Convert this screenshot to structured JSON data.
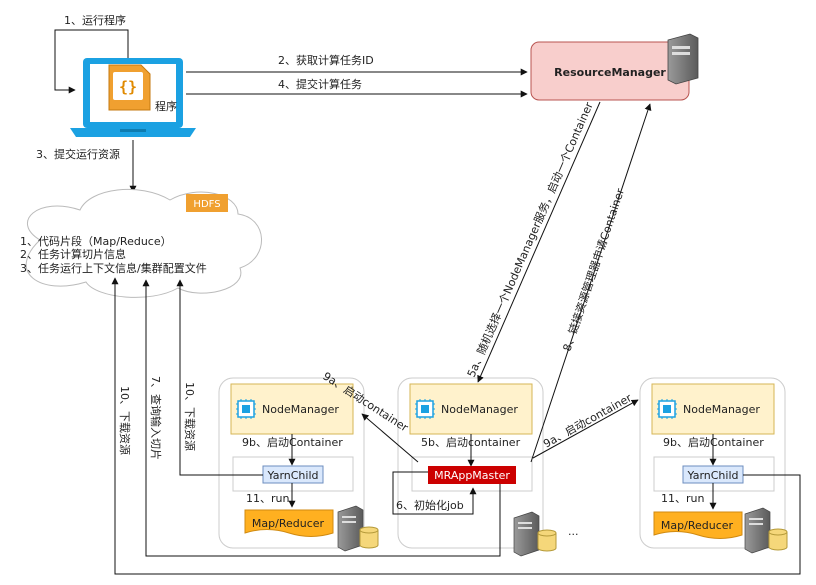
{
  "labels": {
    "step1": "1、运行程序",
    "step2": "2、获取计算任务ID",
    "step3": "3、提交运行资源",
    "step4": "4、提交计算任务",
    "step5a": "5a、随机选择一个NodeManager服务，启动一个Container",
    "step8": "8、链接资源管理器申请Container",
    "step9a_left": "9a、启动container",
    "step9a_right": "9a、启动container",
    "step5b": "5b、启动container",
    "step6": "6、初始化job",
    "step9b_left": "9b、启动Container",
    "step9b_right": "9b、启动Container",
    "step11_left": "11、run",
    "step11_right": "11、run",
    "step10_download_a": "10、下载资源",
    "step7": "7、查询输入切片",
    "step10_download_b": "10、下载资源",
    "ellipsis": "..."
  },
  "client": {
    "label": "程序",
    "icon_text": "{}"
  },
  "resource_manager": {
    "label": "ResourceManager"
  },
  "hdfs": {
    "label": "HDFS",
    "line1": "1、代码片段（Map/Reduce）",
    "line2": "2、任务计算切片信息",
    "line3": "3、任务运行上下文信息/集群配置文件"
  },
  "nodes": [
    {
      "manager": "NodeManager",
      "child": "YarnChild",
      "task": "Map/Reducer"
    },
    {
      "manager": "NodeManager",
      "master": "MRAppMaster"
    },
    {
      "manager": "NodeManager",
      "child": "YarnChild",
      "task": "Map/Reducer"
    }
  ],
  "colors": {
    "rm_fill": "#f8cecc",
    "rm_stroke": "#b85450",
    "nm_fill": "#fff2cc",
    "nm_stroke": "#d6b656",
    "hdfs_fill": "#f0a030",
    "yarn_fill": "#dae8fc",
    "yarn_stroke": "#6c8ebf",
    "master_fill": "#cc0000",
    "task_fill": "#ffb020",
    "laptop": "#1ba1e2"
  }
}
